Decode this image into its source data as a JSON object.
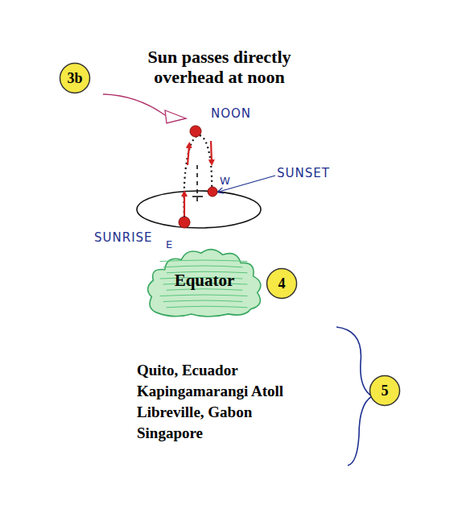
{
  "diagram": {
    "nodes": [
      {
        "text": [
          "3b"
        ]
      },
      {
        "text": [
          "Equator"
        ]
      },
      {
        "text": [
          "4"
        ]
      },
      {
        "text": [
          "5"
        ]
      }
    ],
    "labels": [
      "Sun passes directly overhead at noon",
      "NOON",
      "W",
      "SUNSET",
      "SUNRISE",
      "E",
      "Quito, Ecuador",
      "Kapingamarangi Atoll",
      "Libreville, Gabon",
      "Singapore"
    ]
  }
}
